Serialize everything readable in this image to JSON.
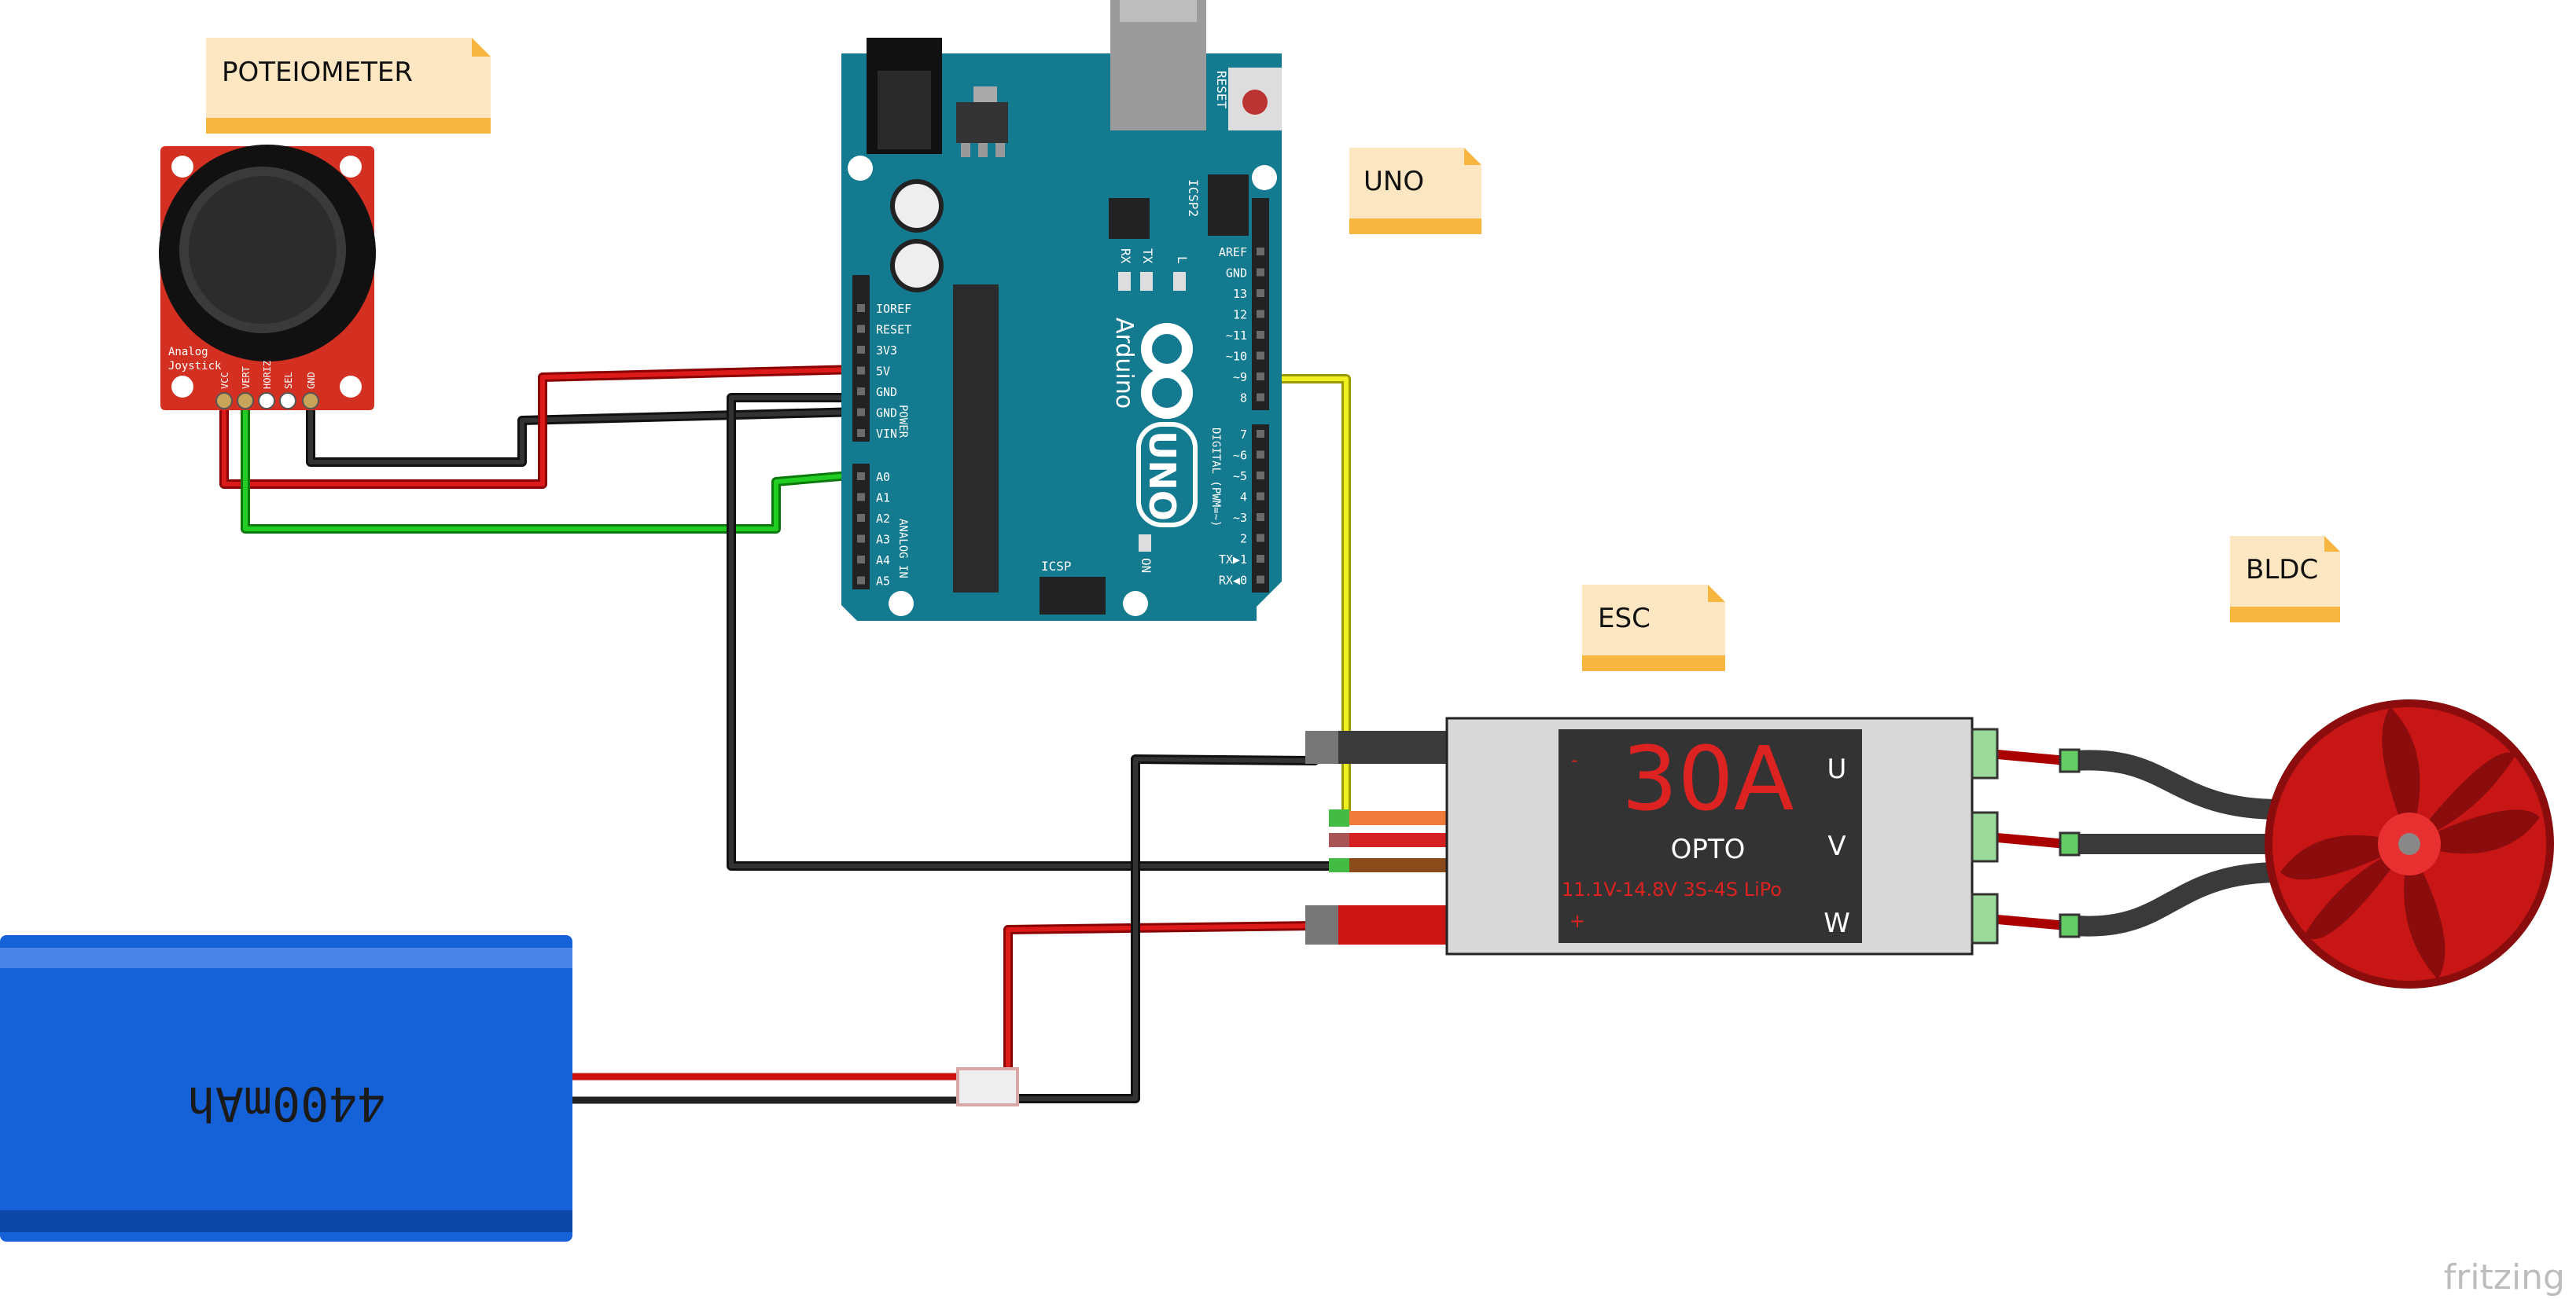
{
  "notes": {
    "potentiometer": "POTEIOMETER",
    "uno": "UNO",
    "esc": "ESC",
    "bldc": "BLDC"
  },
  "joystick": {
    "board_label_1": "Analog",
    "board_label_2": "Joystick",
    "pins": [
      "VCC",
      "VERT",
      "HORIZ",
      "SEL",
      "GND"
    ]
  },
  "arduino": {
    "brand": "Arduino",
    "model": "UNO",
    "reset_label": "RESET",
    "icsp2_label": "ICSP2",
    "icsp_label": "ICSP",
    "led_labels": [
      "RX",
      "TX",
      "L"
    ],
    "on_label": "ON",
    "power_header_title": "POWER",
    "analog_header_title": "ANALOG IN",
    "digital_header_title": "DIGITAL (PWM=~)",
    "power_pins": [
      "IOREF",
      "RESET",
      "3V3",
      "5V",
      "GND",
      "GND",
      "VIN"
    ],
    "analog_pins": [
      "A0",
      "A1",
      "A2",
      "A3",
      "A4",
      "A5"
    ],
    "digital_top_pins": [
      "AREF",
      "GND",
      "13",
      "12",
      "~11",
      "~10",
      "~9",
      "8"
    ],
    "digital_bottom_pins": [
      "7",
      "~6",
      "~5",
      "4",
      "~3",
      "2",
      "TX▶1",
      "RX◀0"
    ]
  },
  "esc": {
    "rating": "30A",
    "type": "OPTO",
    "spec": "11.1V-14.8V 3S-4S LiPo",
    "minus": "-",
    "plus": "+",
    "phases": [
      "U",
      "V",
      "W"
    ]
  },
  "battery": {
    "capacity": "4400mAh"
  },
  "watermark": "fritzing",
  "colors": {
    "wire_red": "#cc1111",
    "wire_black": "#222222",
    "wire_green": "#22bb22",
    "wire_yellow": "#eeee11",
    "arduino_teal": "#137a8f",
    "note_fill": "#fde6c2",
    "note_band": "#f6b63f",
    "esc_display": "#333333",
    "esc_red_text": "#dd2222",
    "motor_red": "#cc1818",
    "battery_blue": "#1562d8",
    "joystick_red": "#d43022"
  }
}
